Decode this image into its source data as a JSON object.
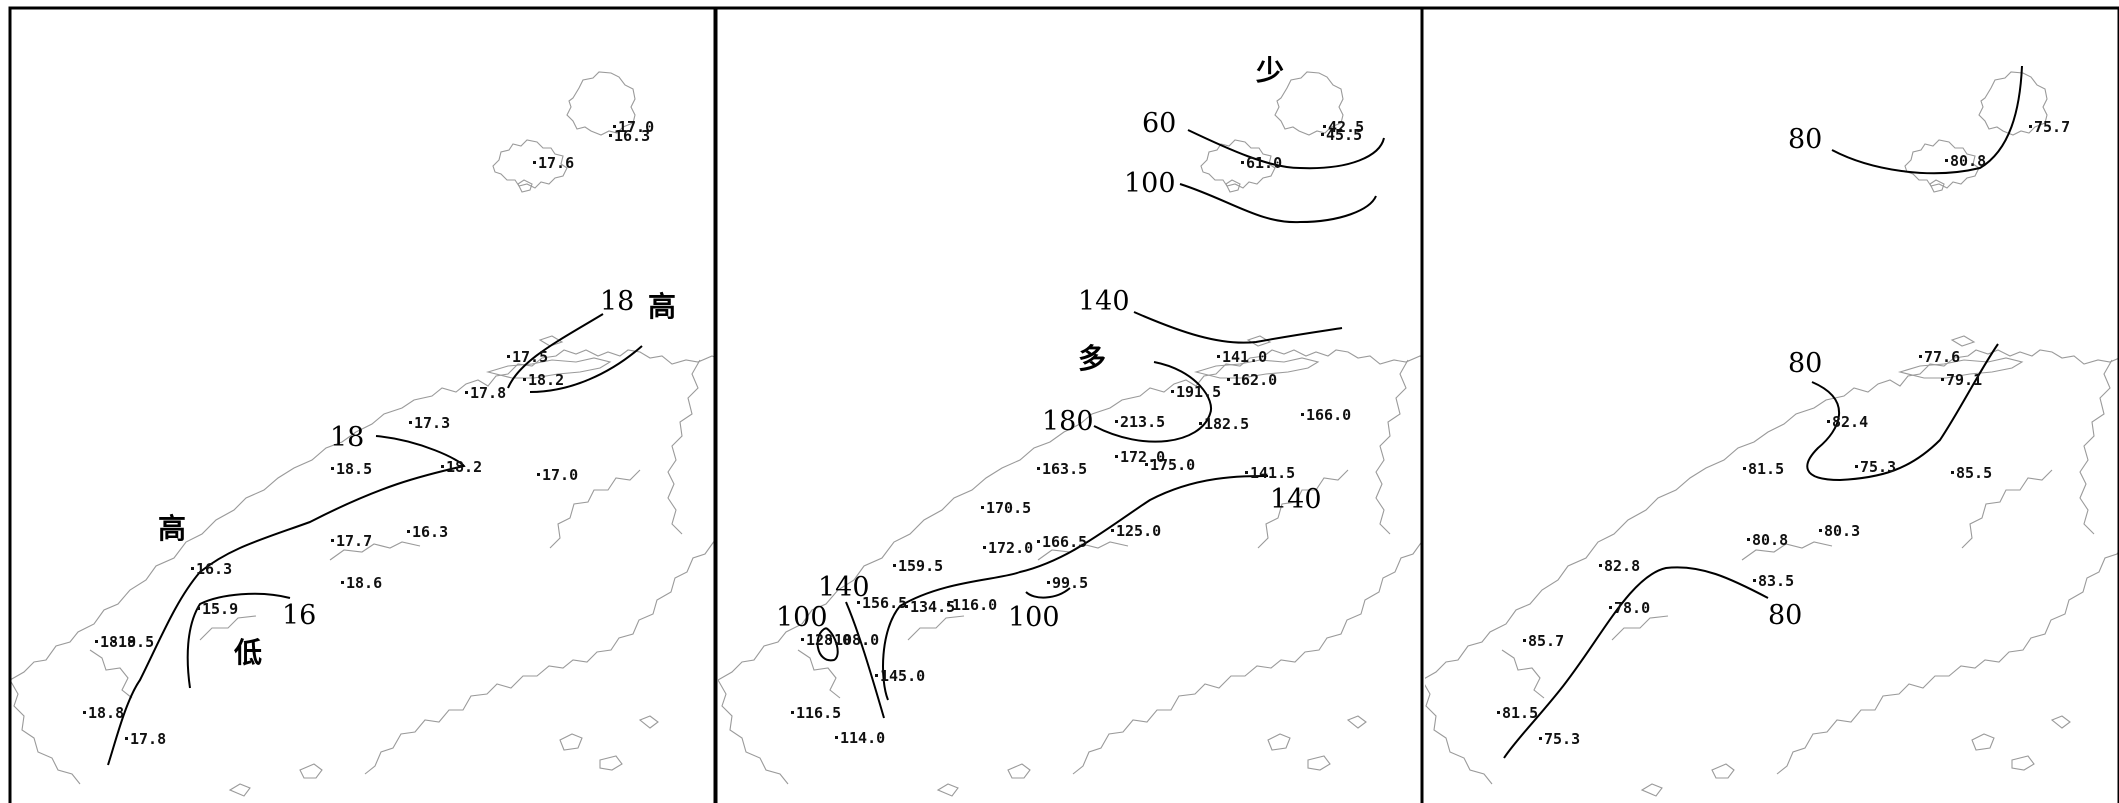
{
  "panels": [
    {
      "id": "temperature",
      "stations": [
        {
          "label": "17.0"
        },
        {
          "label": "16.3"
        },
        {
          "label": "17.6"
        },
        {
          "label": "17.5"
        },
        {
          "label": "18.2"
        },
        {
          "label": "17.8"
        },
        {
          "label": "17.3"
        },
        {
          "label": "18.5"
        },
        {
          "label": "18.2"
        },
        {
          "label": "17.0"
        },
        {
          "label": "17.7"
        },
        {
          "label": "16.3"
        },
        {
          "label": "18.6"
        },
        {
          "label": "16.3"
        },
        {
          "label": "15.9"
        },
        {
          "label": "18.9"
        },
        {
          "label": "18.5"
        },
        {
          "label": "18.8"
        },
        {
          "label": "17.8"
        }
      ],
      "contour_labels": [
        "18",
        "18",
        "16"
      ],
      "region_labels": [
        "高",
        "高",
        "低"
      ]
    },
    {
      "id": "precipitation",
      "stations": [
        {
          "label": "42.5"
        },
        {
          "label": "45.5"
        },
        {
          "label": "61.0"
        },
        {
          "label": "141.0"
        },
        {
          "label": "162.0"
        },
        {
          "label": "191.5"
        },
        {
          "label": "166.0"
        },
        {
          "label": "213.5"
        },
        {
          "label": "182.5"
        },
        {
          "label": "163.5"
        },
        {
          "label": "172.0"
        },
        {
          "label": "175.0"
        },
        {
          "label": "141.5"
        },
        {
          "label": "170.5"
        },
        {
          "label": "172.0"
        },
        {
          "label": "166.5"
        },
        {
          "label": "125.0"
        },
        {
          "label": "159.5"
        },
        {
          "label": "99.5"
        },
        {
          "label": "156.5"
        },
        {
          "label": "134.5"
        },
        {
          "label": "116.0"
        },
        {
          "label": "128.0"
        },
        {
          "label": "108.0"
        },
        {
          "label": "145.0"
        },
        {
          "label": "116.5"
        },
        {
          "label": "114.0"
        }
      ],
      "contour_labels": [
        "60",
        "100",
        "140",
        "180",
        "140",
        "140",
        "100",
        "100"
      ],
      "region_labels": [
        "少",
        "多"
      ]
    },
    {
      "id": "panel3",
      "stations": [
        {
          "label": "75.7"
        },
        {
          "label": "80.8"
        },
        {
          "label": "77.6"
        },
        {
          "label": "79.1"
        },
        {
          "label": "82.4"
        },
        {
          "label": "81.5"
        },
        {
          "label": "75.3"
        },
        {
          "label": "85.5"
        },
        {
          "label": "80.8"
        },
        {
          "label": "80.3"
        },
        {
          "label": "82.8"
        },
        {
          "label": "83.5"
        },
        {
          "label": "78.0"
        },
        {
          "label": "85.7"
        },
        {
          "label": "81.5"
        },
        {
          "label": "75.3"
        }
      ],
      "contour_labels": [
        "80",
        "80",
        "80"
      ],
      "region_labels": []
    }
  ],
  "colors": {
    "coastline": "#9a9a9a",
    "isoline": "#000000",
    "text": "#111111"
  },
  "icons": {
    "station_marker": "square-dot"
  }
}
